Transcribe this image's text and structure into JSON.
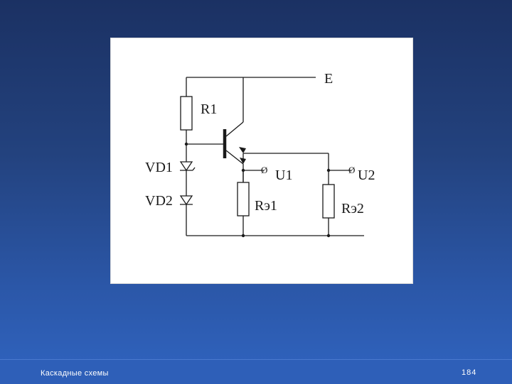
{
  "diagram": {
    "labels": {
      "supply": "E",
      "r1": "R1",
      "vd1": "VD1",
      "vd2": "VD2",
      "u1": "U1",
      "u2": "U2",
      "re1": "Rэ1",
      "re2": "Rэ2",
      "terminal_mark": "Ø"
    }
  },
  "footer": {
    "title": "Каскадные схемы",
    "page_number": "184"
  },
  "colors": {
    "background_top": "#1b3163",
    "background_bottom": "#3064c0",
    "schematic_ink": "#1a1a1a",
    "footer_text": "#ffffff"
  }
}
